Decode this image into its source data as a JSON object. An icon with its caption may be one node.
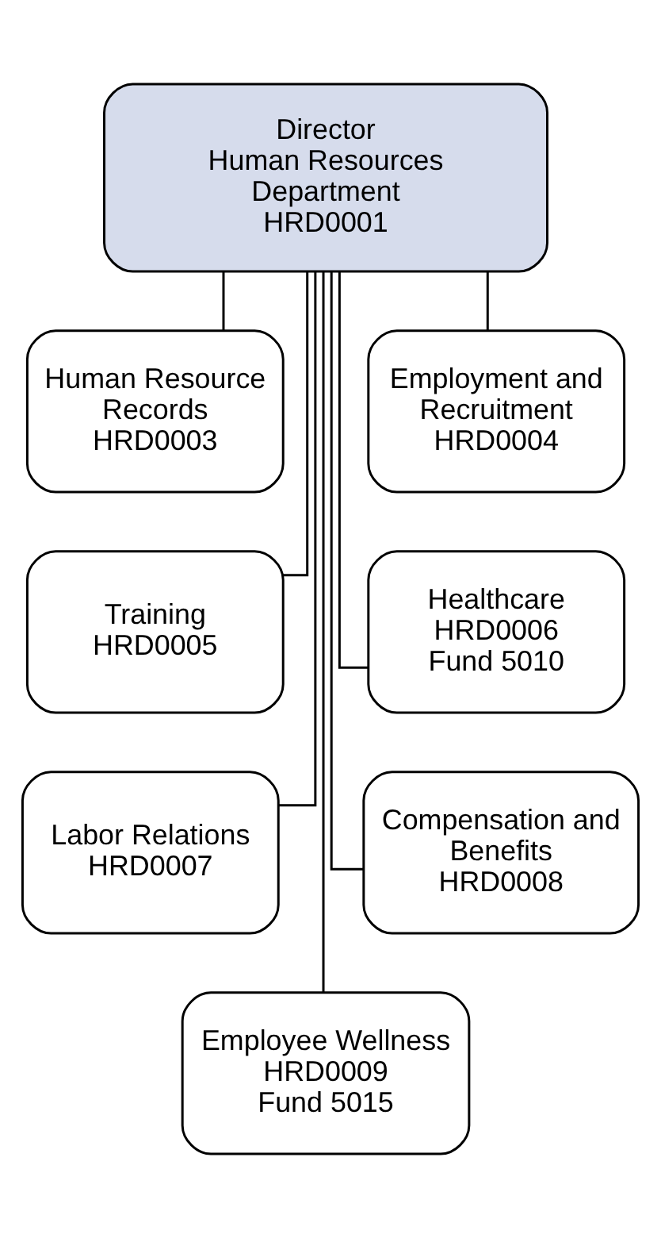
{
  "diagram": {
    "nodes": [
      {
        "text": [
          "Director",
          "Human Resources Department",
          "HRD0001"
        ]
      },
      {
        "text": [
          "Human Resource Records",
          "HRD0003"
        ]
      },
      {
        "text": [
          "Employment and Recruitment",
          "HRD0004"
        ]
      },
      {
        "text": [
          "Training",
          "HRD0005"
        ]
      },
      {
        "text": [
          "Healthcare",
          "HRD0006",
          "Fund 5010"
        ]
      },
      {
        "text": [
          "Labor Relations",
          "HRD0007"
        ]
      },
      {
        "text": [
          "Compensation and Benefits",
          "HRD0008"
        ]
      },
      {
        "text": [
          "Employee Wellness",
          "HRD0009",
          "Fund 5015"
        ]
      }
    ],
    "edges": [
      {
        "from": 0,
        "to": 1,
        "arrow": "none"
      },
      {
        "from": 0,
        "to": 2,
        "arrow": "none"
      },
      {
        "from": 0,
        "to": 3,
        "arrow": "none"
      },
      {
        "from": 0,
        "to": 4,
        "arrow": "none"
      },
      {
        "from": 0,
        "to": 5,
        "arrow": "none"
      },
      {
        "from": 0,
        "to": 6,
        "arrow": "none"
      },
      {
        "from": 0,
        "to": 7,
        "arrow": "none"
      }
    ]
  }
}
